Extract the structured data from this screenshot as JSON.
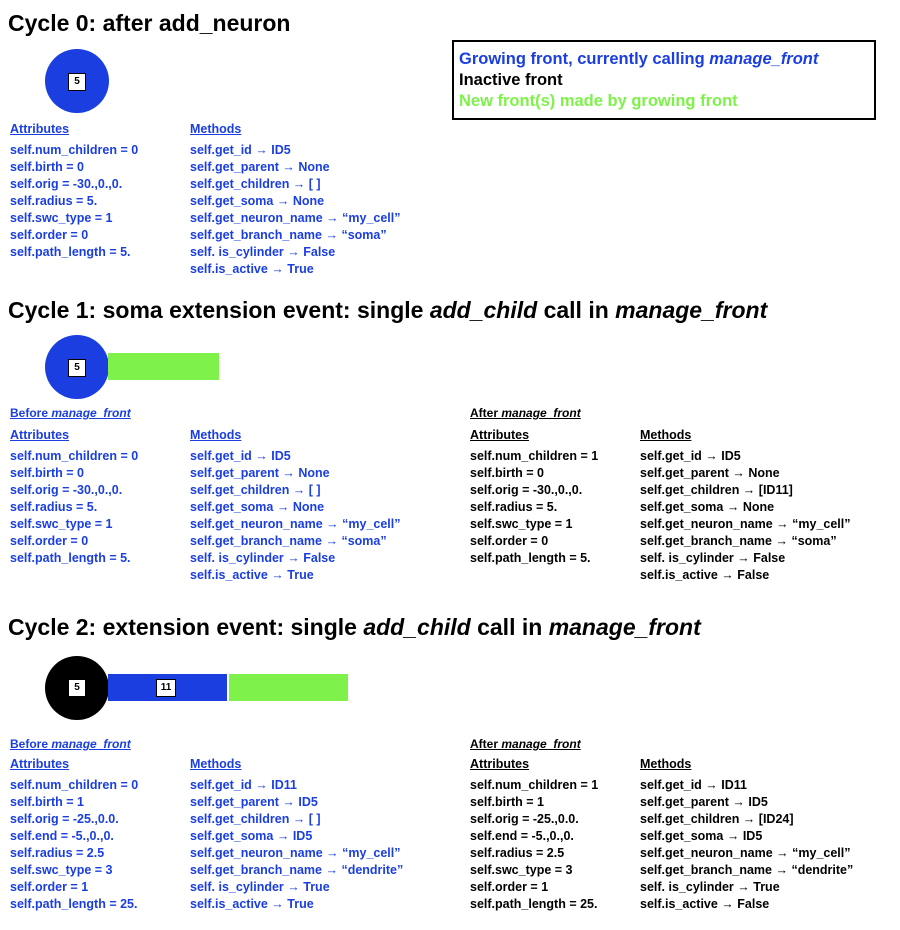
{
  "colors": {
    "active": "#1a3ee0",
    "inactive": "#000000",
    "new": "#7ef24a"
  },
  "legend": {
    "growing_prefix": "Growing front, currently calling ",
    "growing_method": "manage_front",
    "inactive": "Inactive front",
    "new": "New front(s) made by growing front"
  },
  "cycle0": {
    "title": "Cycle 0: after add_neuron",
    "soma_id": "5",
    "attributes": {
      "header": "Attributes",
      "items": [
        "self.num_children = 0",
        "self.birth = 0",
        "self.orig = -30.,0.,0.",
        "self.radius = 5.",
        "self.swc_type = 1",
        "self.order = 0",
        "self.path_length = 5."
      ]
    },
    "methods": {
      "header": "Methods",
      "items": [
        "self.get_id → ID5",
        "self.get_parent → None",
        "self.get_children → [ ]",
        "self.get_soma → None",
        "self.get_neuron_name → “my_cell”",
        "self.get_branch_name → “soma”",
        "self. is_cylinder → False",
        "self.is_active → True"
      ]
    }
  },
  "cycle1": {
    "title_a": "Cycle 1: soma extension event: single ",
    "title_b": "add_child",
    "title_c": " call in ",
    "title_d": "manage_front",
    "soma_id": "5",
    "before": {
      "label_a": "Before ",
      "label_b": "manage_front",
      "attributes": {
        "header": "Attributes",
        "items": [
          "self.num_children = 0",
          "self.birth = 0",
          "self.orig = -30.,0.,0.",
          "self.radius = 5.",
          "self.swc_type = 1",
          "self.order = 0",
          "self.path_length = 5."
        ]
      },
      "methods": {
        "header": "Methods",
        "items": [
          "self.get_id → ID5",
          "self.get_parent → None",
          "self.get_children → [ ]",
          "self.get_soma → None",
          "self.get_neuron_name → “my_cell”",
          "self.get_branch_name → “soma”",
          "self. is_cylinder → False",
          "self.is_active → True"
        ]
      }
    },
    "after": {
      "label_a": "After ",
      "label_b": "manage_front",
      "attributes": {
        "header": "Attributes",
        "items": [
          "self.num_children = 1",
          "self.birth = 0",
          "self.orig = -30.,0.,0.",
          "self.radius = 5.",
          "self.swc_type = 1",
          "self.order = 0",
          "self.path_length = 5."
        ]
      },
      "methods": {
        "header": "Methods",
        "items": [
          "self.get_id → ID5",
          "self.get_parent → None",
          "self.get_children → [ID11]",
          "self.get_soma → None",
          "self.get_neuron_name → “my_cell”",
          "self.get_branch_name → “soma”",
          "self. is_cylinder → False",
          "self.is_active → False"
        ]
      }
    }
  },
  "cycle2": {
    "title_a": "Cycle 2: extension event: single ",
    "title_b": "add_child",
    "title_c": " call in ",
    "title_d": "manage_front",
    "soma_id": "5",
    "dendrite_id": "11",
    "before": {
      "label_a": "Before ",
      "label_b": "manage_front",
      "attributes": {
        "header": "Attributes",
        "items": [
          "self.num_children = 0",
          "self.birth = 1",
          "self.orig = -25.,0.0.",
          "self.end = -5.,0.,0.",
          "self.radius = 2.5",
          "self.swc_type = 3",
          "self.order = 1",
          "self.path_length = 25."
        ]
      },
      "methods": {
        "header": "Methods",
        "items": [
          "self.get_id → ID11",
          "self.get_parent → ID5",
          "self.get_children → [ ]",
          "self.get_soma → ID5",
          "self.get_neuron_name → “my_cell”",
          "self.get_branch_name → “dendrite”",
          "self. is_cylinder → True",
          "self.is_active → True"
        ]
      }
    },
    "after": {
      "label_a": "After ",
      "label_b": "manage_front",
      "attributes": {
        "header": "Attributes",
        "items": [
          "self.num_children = 1",
          "self.birth = 1",
          "self.orig = -25.,0.0.",
          "self.end = -5.,0.,0.",
          "self.radius = 2.5",
          "self.swc_type = 3",
          "self.order = 1",
          "self.path_length = 25."
        ]
      },
      "methods": {
        "header": "Methods",
        "items": [
          "self.get_id → ID11",
          "self.get_parent → ID5",
          "self.get_children → [ID24]",
          "self.get_soma → ID5",
          "self.get_neuron_name → “my_cell”",
          "self.get_branch_name → “dendrite”",
          "self. is_cylinder → True",
          "self.is_active → False"
        ]
      }
    }
  }
}
